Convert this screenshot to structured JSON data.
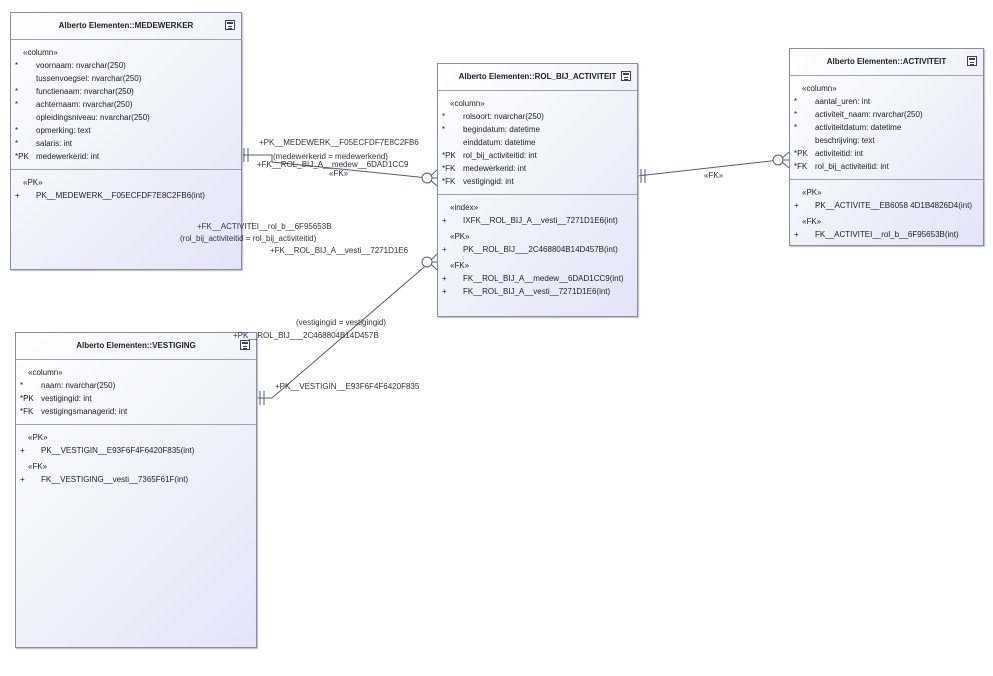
{
  "entities": {
    "medewerker": {
      "title": "Alberto Elementen::MEDEWERKER",
      "col_stereo": "«column»",
      "columns": [
        {
          "mk": "*",
          "text": "voornaam: nvarchar(250)"
        },
        {
          "mk": "",
          "text": "tussenvoegsel: nvarchar(250)"
        },
        {
          "mk": "*",
          "text": "functienaam: nvarchar(250)"
        },
        {
          "mk": "*",
          "text": "achternaam: nvarchar(250)"
        },
        {
          "mk": "",
          "text": "opleidingsniveau: nvarchar(250)"
        },
        {
          "mk": "*",
          "text": "opmerking: text"
        },
        {
          "mk": "*",
          "text": "salaris: int"
        },
        {
          "mk": "*PK",
          "text": "medewerkerid: int"
        }
      ],
      "pk_stereo": "«PK»",
      "pk": [
        {
          "mk": "+",
          "text": "PK__MEDEWERK__F05ECFDF7E8C2FB6(int)"
        }
      ]
    },
    "rol": {
      "title": "Alberto Elementen::ROL_BIJ_ACTIVITEIT",
      "col_stereo": "«column»",
      "columns": [
        {
          "mk": "*",
          "text": "rolsoort: nvarchar(250)"
        },
        {
          "mk": "*",
          "text": "begindatum: datetime"
        },
        {
          "mk": "",
          "text": "einddatum: datetime"
        },
        {
          "mk": "*PK",
          "text": "rol_bij_activiteitid: int"
        },
        {
          "mk": "*FK",
          "text": "medewerkerid: int"
        },
        {
          "mk": "*FK",
          "text": "vestigingid: int"
        }
      ],
      "idx_stereo": "«index»",
      "idx": [
        {
          "mk": "+",
          "text": "IXFK__ROL_BIJ_A__vesti__7271D1E6(int)"
        }
      ],
      "pk_stereo": "«PK»",
      "pk": [
        {
          "mk": "+",
          "text": "PK__ROL_BIJ___2C468804B14D457B(int)"
        }
      ],
      "fk_stereo": "«FK»",
      "fk": [
        {
          "mk": "+",
          "text": "FK__ROL_BIJ_A__medew__6DAD1CC9(int)"
        },
        {
          "mk": "+",
          "text": "FK__ROL_BIJ_A__vesti__7271D1E6(int)"
        }
      ]
    },
    "activiteit": {
      "title": "Alberto Elementen::ACTIVITEIT",
      "col_stereo": "«column»",
      "columns": [
        {
          "mk": "*",
          "text": "aantal_uren: int"
        },
        {
          "mk": "*",
          "text": "activiteit_naam: nvarchar(250)"
        },
        {
          "mk": "*",
          "text": "activiteitdatum: datetime"
        },
        {
          "mk": "",
          "text": "beschrijving: text"
        },
        {
          "mk": "*PK",
          "text": "activiteitid: int"
        },
        {
          "mk": "*FK",
          "text": "rol_bij_activiteitid: int"
        }
      ],
      "pk_stereo": "«PK»",
      "pk": [
        {
          "mk": "+",
          "text": "PK__ACTIVITE__EB6058 4D1B4826D4(int)"
        }
      ],
      "fk_stereo": "«FK»",
      "fk": [
        {
          "mk": "+",
          "text": "FK__ACTIVITEI__rol_b__6F95653B(int)"
        }
      ]
    },
    "vestiging": {
      "title": "Alberto Elementen::VESTIGING",
      "col_stereo": "«column»",
      "columns": [
        {
          "mk": "*",
          "text": "naam: nvarchar(250)"
        },
        {
          "mk": "*PK",
          "text": "vestigingid: int"
        },
        {
          "mk": "*FK",
          "text": "vestigingsmanagerid: int"
        }
      ],
      "pk_stereo": "«PK»",
      "pk": [
        {
          "mk": "+",
          "text": "PK__VESTIGIN__E93F6F4F6420F835(int)"
        }
      ],
      "fk_stereo": "«FK»",
      "fk": [
        {
          "mk": "+",
          "text": "FK__VESTIGING__vesti__7365F61F(int)"
        }
      ]
    }
  },
  "labels": {
    "pk_medewerk": "+PK__MEDEWERK__F05ECFDF7E8C2FB6",
    "cond_medewerker": "(medewerkerid = medewerkerid)",
    "fk_rol_medew": "+FK__ROL_BIJ_A__medew__6DAD1CC9",
    "fk_medew": "«FK»",
    "fk_activitei": "+FK__ACTIVITEI__rol_b__6F95653B",
    "cond_rol": "(rol_bij_activiteitid = rol_bij_activiteitid)",
    "fk_rol_vesti": "+FK__ROL_BIJ_A__vesti__7271D1E6",
    "fk_act": "«FK»",
    "cond_vestiging": "(vestigingid = vestigingid)",
    "pk_rol": "+PK__ROL_BIJ___2C468804B14D457B",
    "pk_vestigin": "+PK__VESTIGIN__E93F6F4F6420F835"
  }
}
